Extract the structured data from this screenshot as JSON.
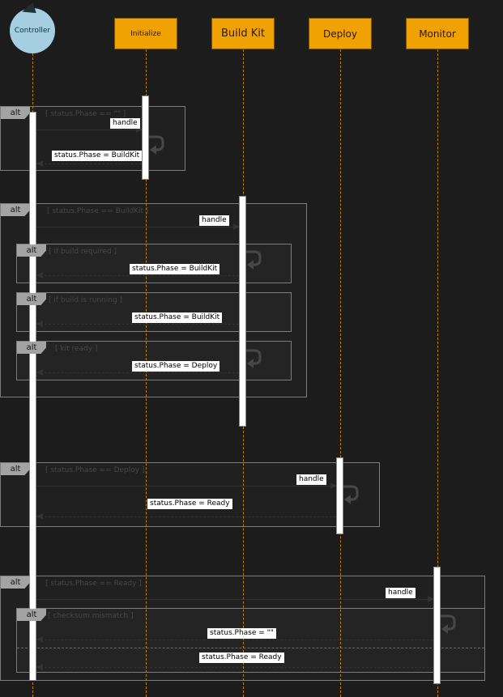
{
  "actor": {
    "label": "Controller"
  },
  "participants": {
    "initialize": "Initialize",
    "build_kit": "Build Kit",
    "deploy": "Deploy",
    "monitor": "Monitor"
  },
  "fragments": {
    "f1": {
      "op": "alt",
      "guard": "[ status.Phase == \"\" ]"
    },
    "f2": {
      "op": "alt",
      "guard": "[ status.Phase == BuildKit ]"
    },
    "f2a": {
      "op": "alt",
      "guard": "[ if build required ]"
    },
    "f2b": {
      "op": "alt",
      "guard": "[ if build is running ]"
    },
    "f2c": {
      "op": "alt",
      "guard": "[ kit ready ]"
    },
    "f3": {
      "op": "alt",
      "guard": "[ status.Phase == Deploy ]"
    },
    "f4": {
      "op": "alt",
      "guard": "[ status.Phase == Ready ]"
    },
    "f4a": {
      "op": "alt",
      "guard": "[ checksum mismatch ]"
    }
  },
  "messages": {
    "handle1": "handle",
    "return1": "status.Phase = BuildKit",
    "handle2": "handle",
    "build_required_set": "status.Phase = BuildKit",
    "build_running_set": "status.Phase = BuildKit",
    "kit_ready_set": "status.Phase = Deploy",
    "handle3": "handle",
    "deploy_set": "status.Phase = Ready",
    "handle4": "handle",
    "checksum_set": "status.Phase = \"\"",
    "ready_set": "status.Phase = Ready"
  },
  "colors": {
    "background": "#1c1c1c",
    "participant_fill": "#f0a202",
    "lifeline": "#c08000",
    "actor_fill": "#a5cfe0",
    "activation_fill": "#ffffff"
  }
}
